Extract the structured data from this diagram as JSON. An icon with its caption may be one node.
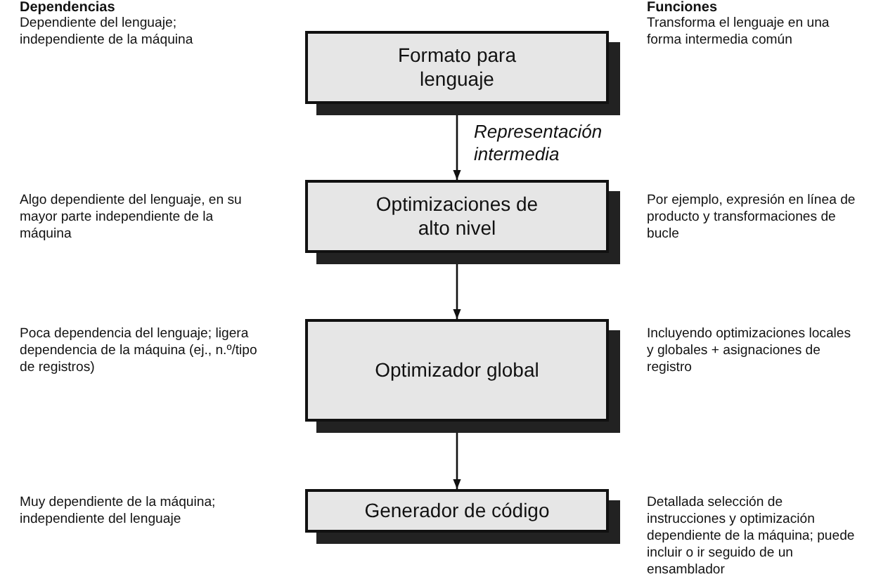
{
  "diagram": {
    "nodes": [
      {
        "text": [
          "Formato para lenguaje"
        ]
      },
      {
        "text": [
          "Optimizaciones de alto nivel"
        ]
      },
      {
        "text": [
          "Optimizador global"
        ]
      },
      {
        "text": [
          "Generador de código"
        ]
      }
    ],
    "edges": [
      {
        "from": 0,
        "to": 1,
        "arrow": "to",
        "label": "Representación intermedia"
      },
      {
        "from": 1,
        "to": 2,
        "arrow": "to"
      },
      {
        "from": 2,
        "to": 3,
        "arrow": "to"
      }
    ],
    "labels": [
      "Dependencias",
      "Funciones",
      "Dependiente del lenguaje; independiente de la máquina",
      "Transforma el lenguaje en una forma intermedia común",
      "Algo dependiente del lenguaje, en su mayor parte independiente de la máquina",
      "Por ejemplo, expresión en línea de producto y transformaciones de bucle",
      "Poca dependencia del lenguaje; ligera dependencia de la máquina (ej., n.º/tipo de registros)",
      "Incluyendo optimizaciones locales y globales + asignaciones de registro",
      "Muy dependiente de la máquina; independiente del lenguaje",
      "Detallada selección de instrucciones y optimización dependiente de la máquina; puede incluir o ir seguido de un ensamblador"
    ]
  }
}
